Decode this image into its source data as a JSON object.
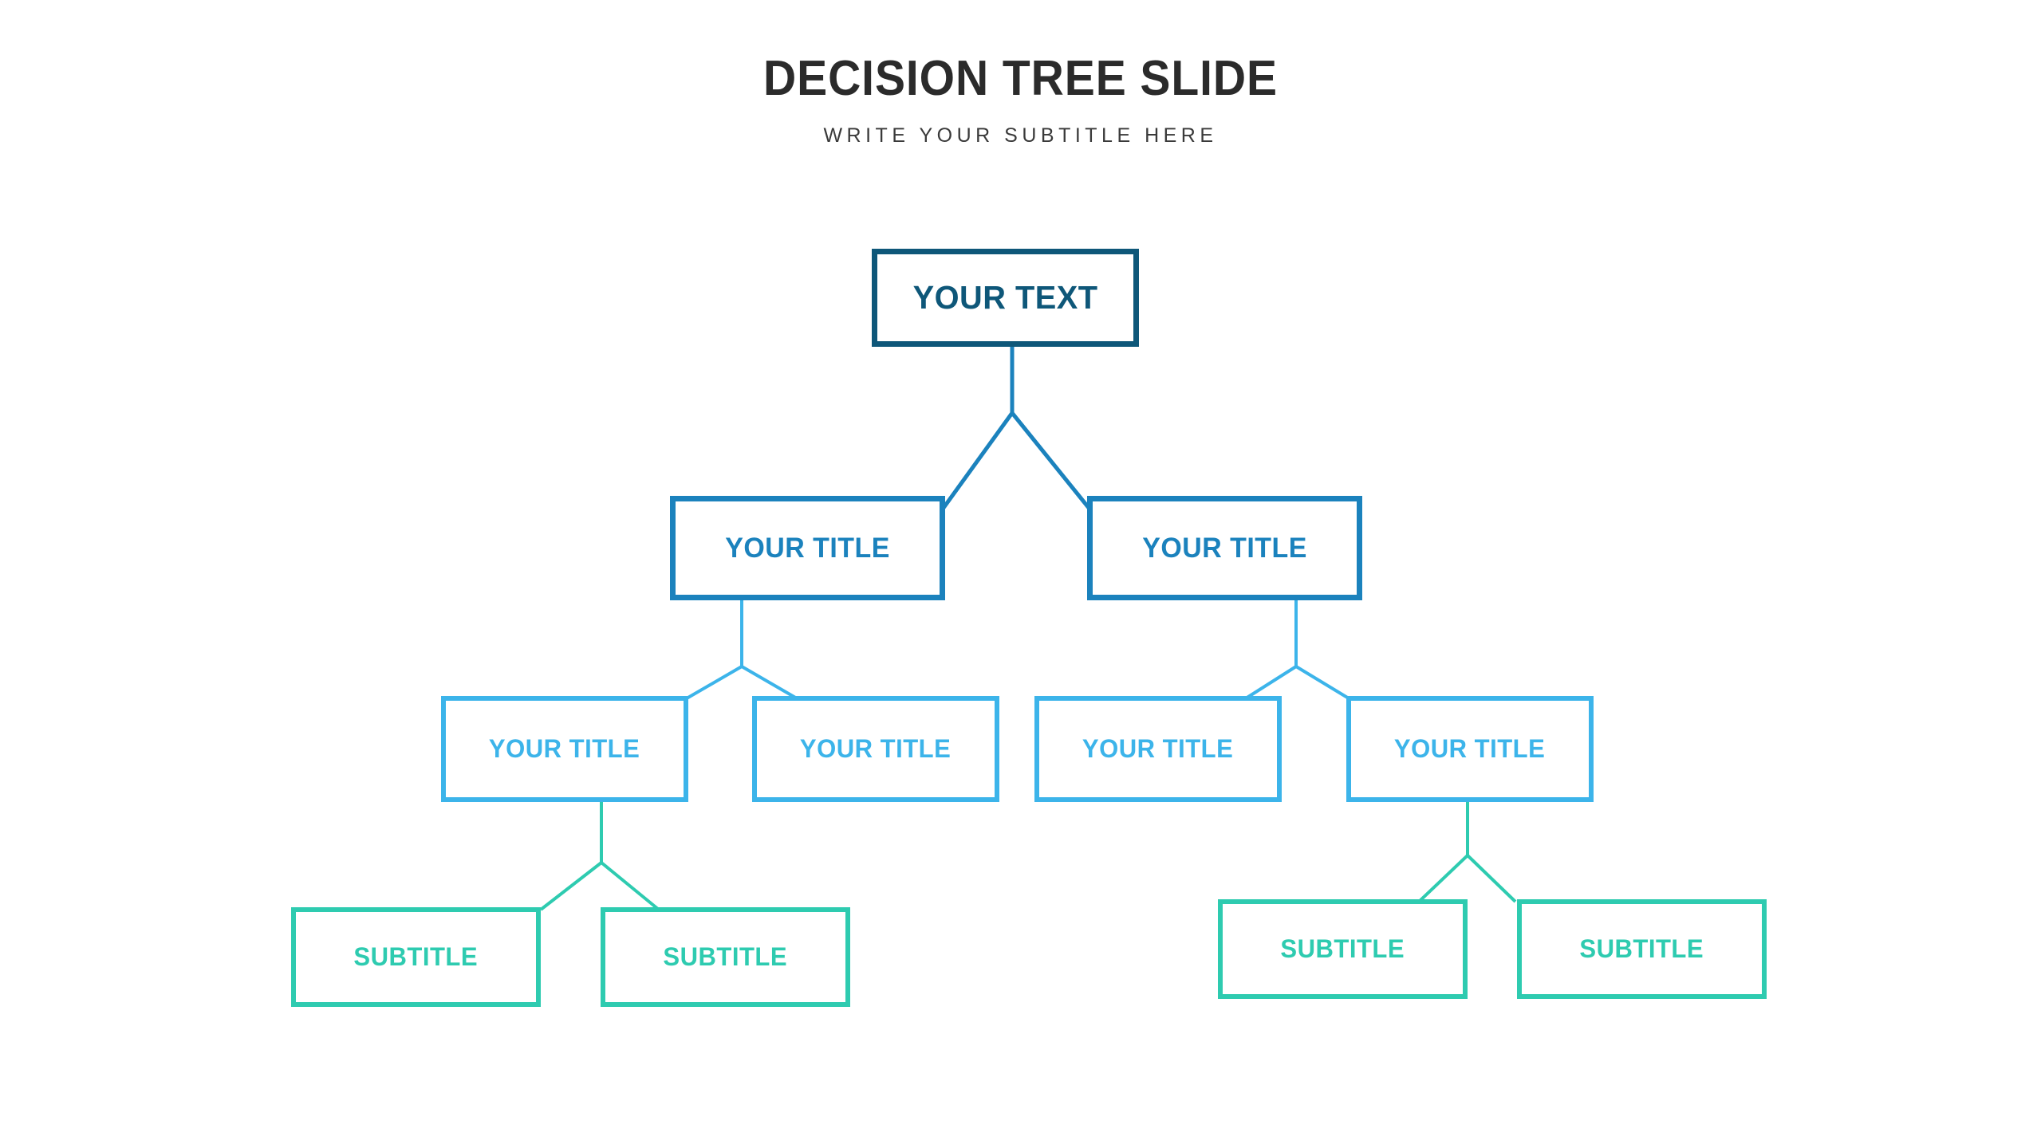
{
  "header": {
    "title": "DECISION TREE SLIDE",
    "subtitle": "WRITE YOUR SUBTITLE HERE"
  },
  "colors": {
    "title_text": "#2b2b2b",
    "subtitle_text": "#3a3a3a",
    "level1": "#0e5779",
    "level2": "#1b82bd",
    "level3": "#3cb4ea",
    "level4": "#2ecbb0",
    "background": "#ffffff"
  },
  "tree": {
    "root": {
      "label": "YOUR TEXT"
    },
    "level2": [
      {
        "label": "YOUR TITLE"
      },
      {
        "label": "YOUR TITLE"
      }
    ],
    "level3": [
      {
        "label": "YOUR TITLE"
      },
      {
        "label": "YOUR TITLE"
      },
      {
        "label": "YOUR TITLE"
      },
      {
        "label": "YOUR TITLE"
      }
    ],
    "level4": [
      {
        "label": "SUBTITLE"
      },
      {
        "label": "SUBTITLE"
      },
      {
        "label": "SUBTITLE"
      },
      {
        "label": "SUBTITLE"
      }
    ]
  }
}
